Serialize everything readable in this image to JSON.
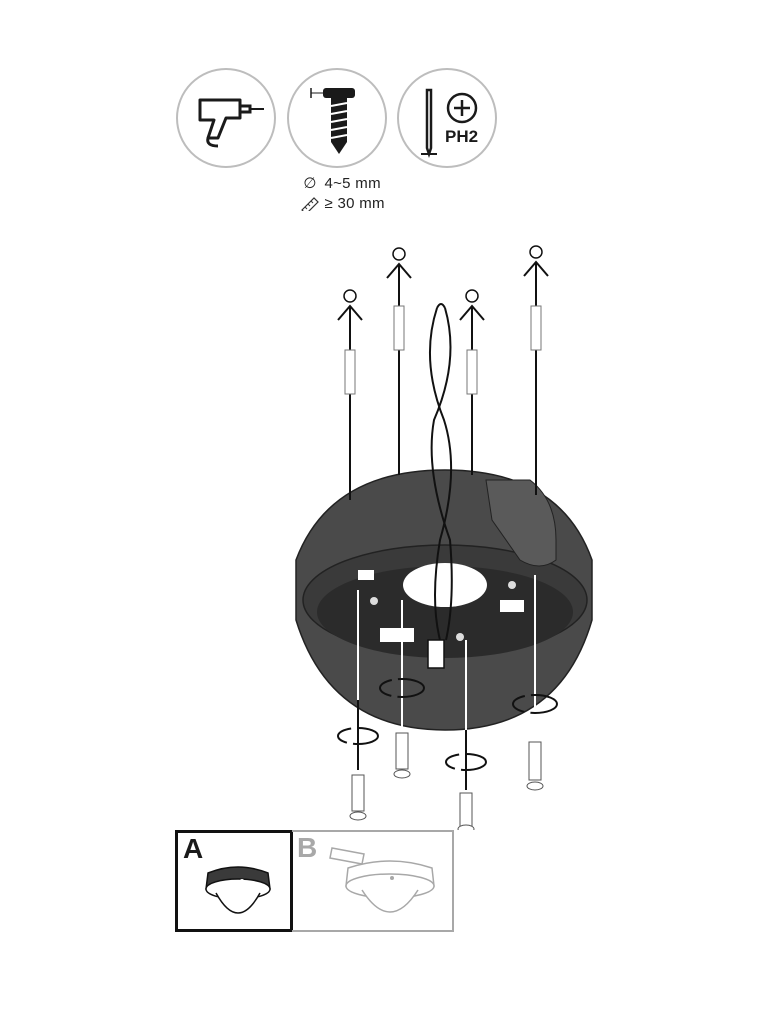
{
  "tools": {
    "icons": [
      "drill-icon",
      "screw-icon",
      "screwdriver-icon"
    ],
    "bit_label": "PH2"
  },
  "specs": {
    "diameter": "4~5 mm",
    "length": "≥ 30 mm"
  },
  "variants": [
    {
      "label": "A",
      "state": "selected"
    },
    {
      "label": "B",
      "state": "inactive"
    }
  ],
  "colors": {
    "housing": "#4a4a4a",
    "housing_dark": "#2b2b2b",
    "variant_b": "#a8a8a8"
  }
}
